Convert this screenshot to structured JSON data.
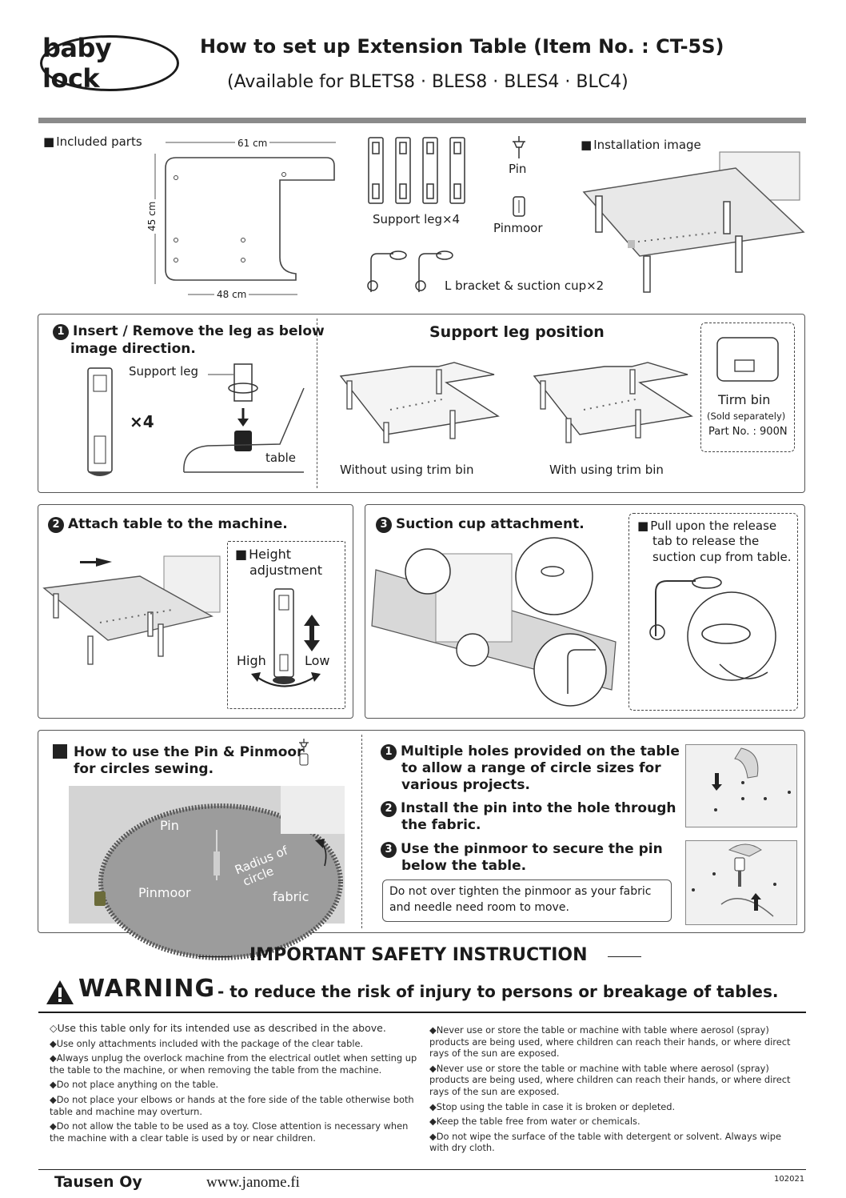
{
  "header": {
    "logo_text": "baby lock",
    "title_line1": "How to set up Extension Table (Item No. : CT-5S)",
    "title_line2": "(Available for BLETS8 · BLES8 · BLES4 · BLC4)"
  },
  "included": {
    "heading": "Included parts",
    "dim_width_top": "61 cm",
    "dim_height": "45 cm",
    "dim_width_bottom": "48 cm",
    "support_leg": "Support leg×4",
    "pin": "Pin",
    "pinmoor": "Pinmoor",
    "bracket": "L bracket & suction cup×2",
    "installation_heading": "Installation image"
  },
  "step1": {
    "number": "1",
    "title_line1": "Insert / Remove the leg as below",
    "title_line2": "image direction.",
    "support_leg_label": "Support leg",
    "times4": "×4",
    "table_label": "table",
    "position_heading": "Support leg position",
    "without_trim": "Without using trim bin",
    "with_trim": "With using trim bin",
    "trim_bin": "Tirm bin",
    "sold_separately": "(Sold separately)",
    "part_no": "Part No. : 900N"
  },
  "step2": {
    "number": "2",
    "title": "Attach table to the machine.",
    "height_heading": "Height",
    "height_heading2": "adjustment",
    "high": "High",
    "low": "Low"
  },
  "step3": {
    "number": "3",
    "title": "Suction cup attachment.",
    "release_line1": "Pull upon the release",
    "release_line2": "tab to release the",
    "release_line3": "suction cup from table."
  },
  "pin_section": {
    "heading_line1": "How to use the Pin & Pinmoor",
    "heading_line2": "for circles sewing.",
    "pin_label": "Pin",
    "pinmoor_label": "Pinmoor",
    "radius_label1": "Radius of",
    "radius_label2": "circle",
    "fabric_label": "fabric",
    "item1_line1": "Multiple holes provided on the table",
    "item1_line2": "to allow a range of circle sizes for",
    "item1_line3": "various projects.",
    "item2_line1": "Install the pin into the hole through",
    "item2_line2": "the fabric.",
    "item3_line1": "Use the pinmoor to secure the pin",
    "item3_line2": "below the table.",
    "note_line1": "Do not over tighten the pinmoor as your fabric",
    "note_line2": "and needle need room to move."
  },
  "safety": {
    "heading": "IMPORTANT SAFETY INSTRUCTION",
    "warning": "WARNING",
    "warning_sub": "- to reduce the risk of injury to persons or breakage of tables.",
    "left_items": [
      "◇Use this table only for its intended use as described in the above.",
      "◆Use only attachments included with the package of the clear table.",
      "◆Always unplug the overlock machine from the electrical outlet when setting up the table to the machine, or when removing the table from the machine.",
      "◆Do not place anything on the table.",
      "◆Do not place your elbows or hands at the fore side of the table otherwise both table and machine may overturn.",
      "◆Do not allow the table to be used as a toy. Close attention is necessary when the machine with a clear table is used by or near children."
    ],
    "right_items": [
      "◆Never use or store the table or machine with table where aerosol (spray) products are being used, where children can reach their hands, or where direct rays of the sun are exposed.",
      "◆Never use or store the table or machine with table where aerosol (spray) products are being used, where children can reach their hands, or where direct rays of the sun are exposed.",
      "◆Stop using the table in case it is broken or depleted.",
      "◆Keep the table free from water or chemicals.",
      "◆Do not wipe the surface of the table with detergent or solvent. Always wipe with dry cloth."
    ]
  },
  "footer": {
    "company": "Tausen Oy",
    "url": "www.janome.fi",
    "code": "102021"
  }
}
